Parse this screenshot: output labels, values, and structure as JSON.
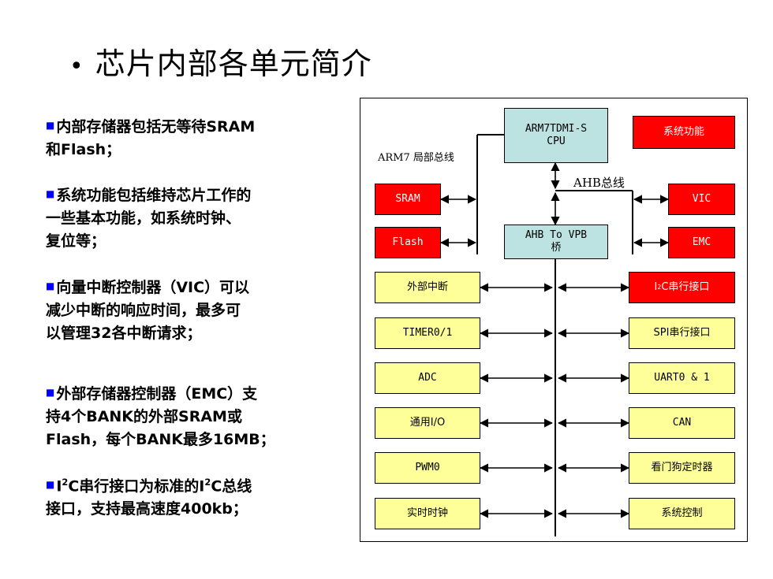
{
  "slide": {
    "bullet_symbol": "•",
    "title": "芯片内部各单元简介",
    "bullets": [
      {
        "line1": "内部存储器包括无等待SRAM",
        "line2": "和Flash；"
      },
      {
        "line1": "系统功能包括维持芯片工作的",
        "line2": "一些基本功能，如系统时钟、",
        "line3": "复位等；"
      },
      {
        "line1": "向量中断控制器（VIC）可以",
        "line2": "减少中断的响应时间，最多可",
        "line3": "以管理32各中断请求；"
      },
      {
        "line1": "外部存储器控制器（EMC）支",
        "line2": "持4个BANK的外部SRAM或",
        "line3": "Flash，每个BANK最多16MB；"
      },
      {
        "line1_pre": "I",
        "line1_sup": "2",
        "line1_mid": "C串行接口为标准的I",
        "line1_sup2": "2",
        "line1_post": "C总线",
        "line2": "接口，支持最高速度400kb；"
      }
    ]
  },
  "diagram": {
    "cpu": {
      "line1": "ARM7TDMI-S",
      "line2": "CPU"
    },
    "system_function": "系统功能",
    "local_bus_label": "ARM7 局部总线",
    "ahb_label": "AHB总线",
    "sram": "SRAM",
    "flash": "Flash",
    "vic": "VIC",
    "emc": "EMC",
    "bridge": {
      "line1": "AHB To VPB",
      "line2": "桥"
    },
    "left_peripherals": [
      "外部中断",
      "TIMER0/1",
      "ADC",
      "通用I/O",
      "PWM0",
      "实时时钟"
    ],
    "i2c": {
      "pre": "I",
      "sup": "2",
      "post": "C串行接口"
    },
    "right_peripherals": [
      "SPI串行接口",
      "UART0 & 1",
      "CAN",
      "看门狗定时器",
      "系统控制"
    ]
  }
}
